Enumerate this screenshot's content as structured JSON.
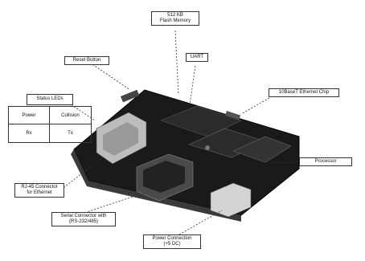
{
  "labels": {
    "flash": [
      "512 KB",
      "Flash Memory"
    ],
    "uart": "UART",
    "reset": "Reset Button",
    "ethernet_chip": "10BaseT Ethernet Chip",
    "status_leds": "Status LEDs",
    "rj45": [
      "RJ-45 Connector",
      "for Ethernet"
    ],
    "processor": "Processor",
    "serial": [
      "Serial Connector with",
      "(RS-232/485)"
    ],
    "power": [
      "Power Connection",
      "(+5 DC)"
    ]
  },
  "led_table": {
    "cells": [
      "Power",
      "Collision",
      "Rx",
      "Tx"
    ]
  }
}
